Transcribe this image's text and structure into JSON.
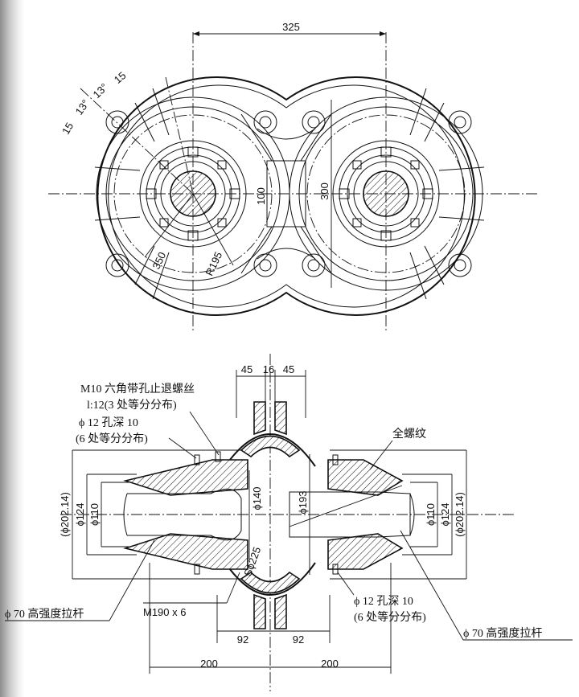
{
  "top_view": {
    "dim_width": "325",
    "dim_slots": "100",
    "dim_height": "300",
    "dim_bolt_circle": "350",
    "dim_radius": "R195",
    "angle_labels": [
      "15",
      "13°",
      "13°",
      "15"
    ]
  },
  "section_view": {
    "dim_top": [
      "45",
      "16",
      "45"
    ],
    "dia_left_outer": "(ϕ202.14)",
    "dia_left_mid": "ϕ124",
    "dia_left_inner": "ϕ110",
    "dia_center_left": "ϕ140",
    "dia_center_right": "ϕ193",
    "dia_right_inner": "ϕ110",
    "dia_right_mid": "ϕ124",
    "dia_right_outer": "(ϕ202.14)",
    "sphere": "Sϕ225",
    "dim_bottom_92": [
      "92",
      "92"
    ],
    "dim_bottom_200": [
      "200",
      "200"
    ],
    "callout_screw_line1": "M10 六角带孔止退螺丝",
    "callout_screw_line2": "l:12(3 处等分分布)",
    "callout_hole_left_line1": "ϕ 12 孔深 10",
    "callout_hole_left_line2": "(6 处等分分布)",
    "callout_full_thread": "全螺纹",
    "callout_tie_rod_left": "ϕ 70 高强度拉杆",
    "callout_m190": "M190 x 6",
    "callout_hole_right_line1": "ϕ 12 孔深 10",
    "callout_hole_right_line2": "(6 处等分分布)",
    "callout_tie_rod_right": "ϕ 70 高强度拉杆"
  }
}
